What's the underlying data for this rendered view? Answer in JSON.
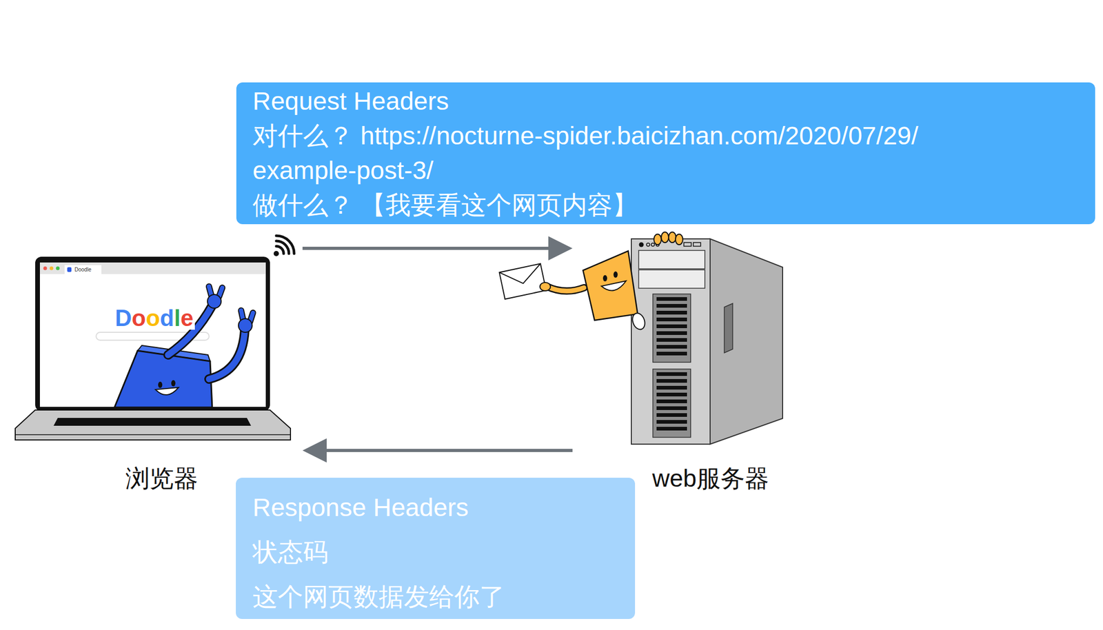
{
  "diagram": {
    "nodes": [
      {
        "text": [
          "Request Headers",
          "对什么？ https://nocturne-spider.baicizhan.com/2020/07/29/ example-post-3/",
          "做什么？ 【我要看这个网页内容】"
        ]
      },
      {
        "text": [
          "浏览器"
        ]
      },
      {
        "text": [
          "web服务器"
        ]
      },
      {
        "text": [
          "Response Headers",
          "状态码",
          "这个网页数据发给你了"
        ]
      }
    ],
    "edges": [
      {
        "from": 1,
        "to": 2,
        "arrow": "to"
      },
      {
        "from": 2,
        "to": 1,
        "arrow": "to"
      }
    ],
    "labels": [
      "Doodle",
      "Doodle"
    ]
  }
}
